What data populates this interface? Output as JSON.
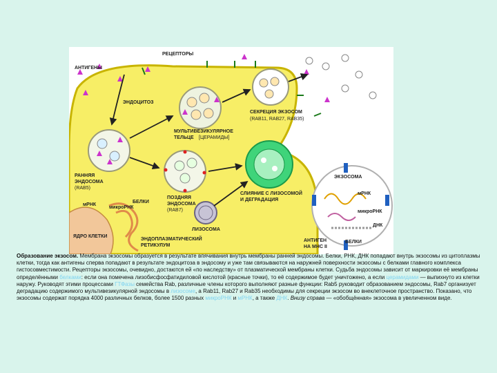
{
  "figure": {
    "labels": {
      "receptors": "РЕЦЕПТОРЫ",
      "antigens": "АНТИГЕНЫ",
      "endocytosis": "ЭНДОЦИТОЗ",
      "secretion_line1": "СЕКРЕЦИЯ ЭКЗОСОМ",
      "secretion_line2": "(RAB11, RAB27, RAB35)",
      "mvb_line1": "МУЛЬТИВЕЗИКУЛЯРНОЕ",
      "mvb_line2": "ТЕЛЬЦЕ",
      "mvb_line3": "[ЦЕРАМИДЫ]",
      "early_line1": "РАННЯЯ",
      "early_line2": "ЭНДОСОМА",
      "early_line3": "(RAB5)",
      "late_line1": "ПОЗДНЯЯ",
      "late_line2": "ЭНДОСОМА",
      "late_line3": "(RAB7)",
      "fusion_line1": "СЛИЯНИЕ С ЛИЗОСОМОЙ",
      "fusion_line2": "И ДЕГРАДАЦИЯ",
      "lysosome": "ЛИЗОСОМА",
      "mrna": "мРНК",
      "microrna": "микроРНК",
      "proteins": "БЕЛКИ",
      "nucleus": "ЯДРО КЛЕТКИ",
      "er_line1": "ЭНДОПЛАЗМАТИЧЕСКИЙ",
      "er_line2": "РЕТИКУЛУМ",
      "exosome": "ЭКЗОСОМА",
      "exo_mrna": "мРНК",
      "exo_microrna": "микроРНК",
      "exo_dna": "ДНК",
      "exo_proteins": "БЕЛКИ",
      "mhc_line1": "АНТИГЕН",
      "mhc_line2": "НА МНС II"
    }
  },
  "caption": {
    "title": "Образование экзосом.",
    "seg1": " Мембрана экзосомы образуется в результате впячивания внутрь мембраны ранней эндосомы. Белки, РНК, ДНК попадают внутрь экзосомы из цитоплазмы клетки, тогда как антигены сперва попадают в результате эндоцитоза в эндосому и уже там связываются на наружней поверхности экзосомы с белками главного комплекса гистосовместимости. Рецепторы экзосомы, очевидно, достаются ей «по наследству» от плазматической мембраны клетки. Судьба эндосомы зависит от маркировки её мембраны определёнными ",
    "link1": "белками",
    "seg2": ": если она помечена лизобисфосфатидиловой кислотой (красные точки), то её содержимое будет уничтожено, а если ",
    "link2": "церамидами",
    "seg3": " — выпихнуто из клетки наружу. Руководят этими процессами ",
    "link3": "ГТФазы",
    "seg4": " семейства Rab, различные члены которого выполняют разные функции: Rab5 руководит образованием эндосомы, Rab7 организует деградацию содержимого мультивезикулярной эндосомы в ",
    "link4": "лизосоме",
    "seg5": ", а Rab11, Rab27 и Rab35 необходимы для секреции экзосом во внеклеточное пространство. Показано, что экзосомы содержат порядка 4000 различных белков, более 1500 разных ",
    "link5": "микроРНК",
    "seg6": " и ",
    "link6": "мРНК",
    "seg7": ", а также ",
    "link7": "ДНК",
    "seg8": ". ",
    "em": "Внизу справа",
    "seg9": " — «обобщённая» экзосома в увеличенном виде."
  }
}
